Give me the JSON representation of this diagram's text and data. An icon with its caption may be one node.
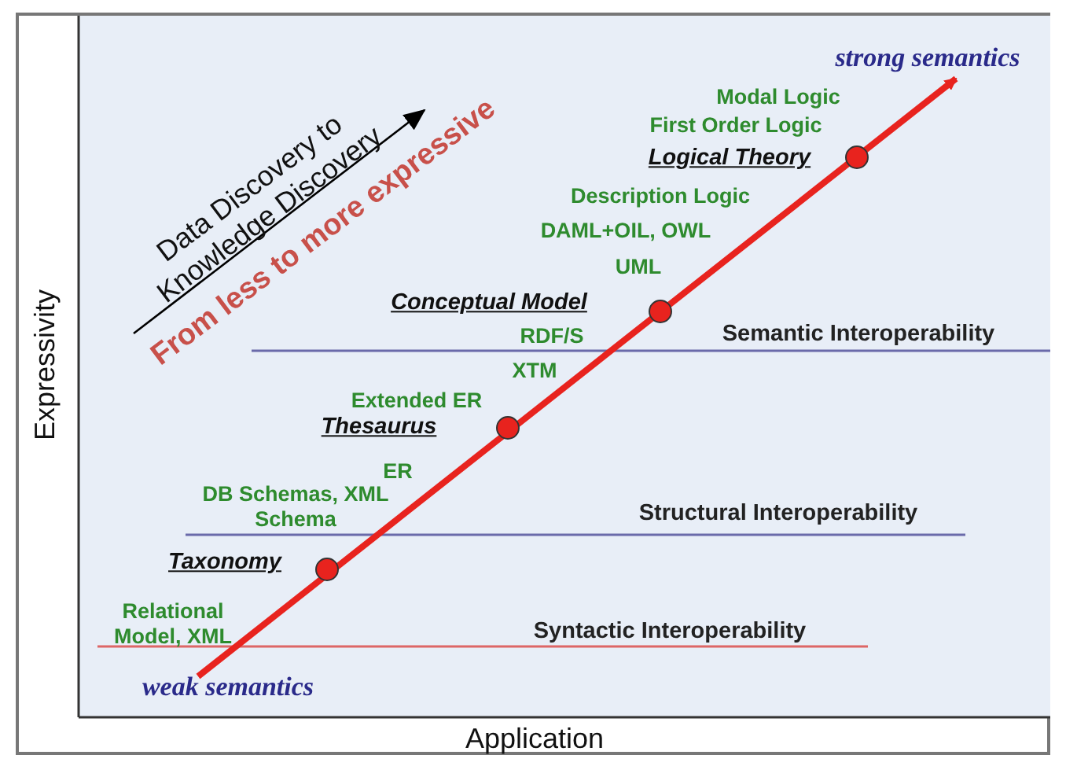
{
  "diagram": {
    "labels": [
      "strong semantics",
      "Data Discovery to Knowledge Discovery",
      "Modal Logic",
      "First Order Logic",
      "From less to more expressive",
      "Logical Theory",
      "Description Logic",
      "DAML+OIL, OWL",
      "UML",
      "Conceptual Model",
      "Semantic Interoperability",
      "RDF/S",
      "XTM",
      "Extended ER",
      "Thesaurus",
      "ER",
      "DB Schemas, XML Schema",
      "Structural Interoperability",
      "Taxonomy",
      "Relational Model, XML",
      "Syntactic Interoperability",
      "weak semantics",
      "Expressivity",
      "Application"
    ]
  }
}
